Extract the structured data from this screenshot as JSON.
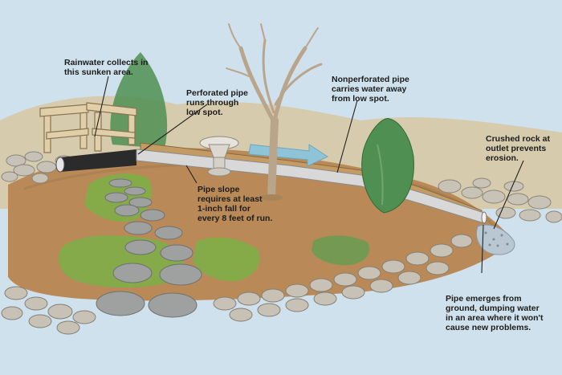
{
  "annotations": {
    "rainwater": "Rainwater collects in\nthis sunken area.",
    "perforated": "Perforated pipe\nruns through\nlow spot.",
    "nonperforated": "Nonperforated pipe\ncarries water away\nfrom low spot.",
    "crushed_rock": "Crushed rock at\noutlet prevents\nerosion.",
    "slope": "Pipe slope\nrequires at least\n1-inch fall for\nevery 8 feet of run.",
    "emerges": "Pipe emerges from\nground, dumping water\nin an area where it won't\ncause new problems."
  },
  "colors": {
    "sky": "#cfe1ec",
    "soil": "#b98a58",
    "grass": "#7fae48",
    "pipe": "#d8d8d8",
    "flow_arrow": "#8fc4d8",
    "tree_evergreen": "#4f8f52"
  }
}
